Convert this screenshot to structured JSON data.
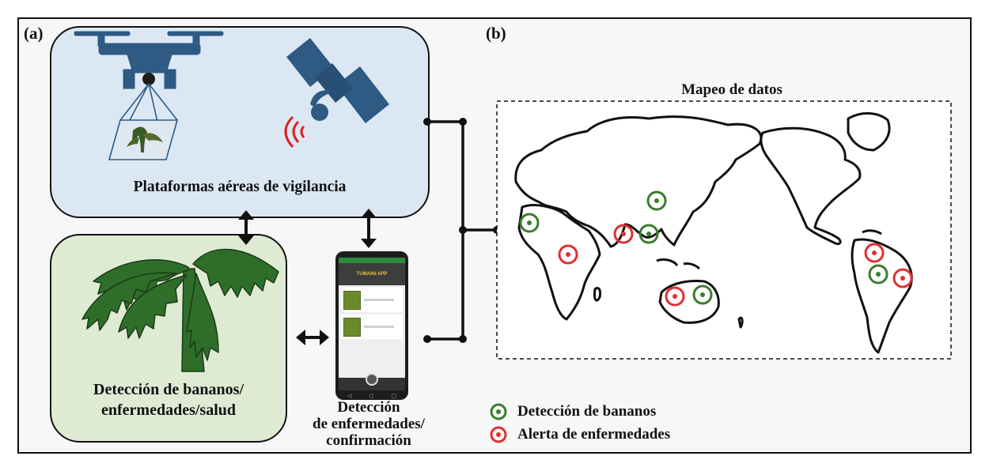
{
  "panels": {
    "a": "(a)",
    "b": "(b)"
  },
  "aerial": {
    "title": "Plataformas aéreas de vigilancia",
    "icons": [
      "drone-icon",
      "satellite-icon"
    ]
  },
  "detection": {
    "title_line1": "Detección de bananos/",
    "title_line2": "enfermedades/salud",
    "icons": [
      "banana-plant-icon"
    ]
  },
  "phone": {
    "title_line1": "Detección",
    "title_line2": "de enfermedades/",
    "title_line3": "confirmación",
    "app_name": "TUMAINI APP",
    "icons": [
      "smartphone-icon",
      "camera-icon"
    ]
  },
  "map": {
    "title": "Mapeo de datos"
  },
  "legend": {
    "banana": "Detección de bananos",
    "disease": "Alerta de enfermedades"
  },
  "colors": {
    "aerial_bg": "#dbe8f4",
    "detect_bg": "#dfead3",
    "banana_marker": "#3b7d2c",
    "disease_marker": "#e03030",
    "icon_blue": "#2e5a84",
    "plant_green": "#2f6e2a"
  }
}
